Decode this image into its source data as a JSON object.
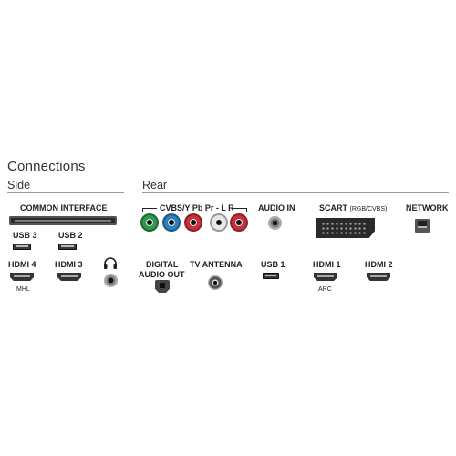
{
  "title": "Connections",
  "sections": {
    "side": "Side",
    "rear": "Rear"
  },
  "side": {
    "common_interface": "COMMON INTERFACE",
    "usb3": "USB 3",
    "usb2": "USB 2",
    "hdmi4": "HDMI 4",
    "hdmi4_sub": "MHL",
    "hdmi3": "HDMI 3"
  },
  "rear": {
    "component_group": "CVBS/Y Pb Pr - L R",
    "audio_in": "AUDIO IN",
    "scart": "SCART",
    "scart_sub": "(RGB/CVBS)",
    "network": "NETWORK",
    "digital_audio_out_line1": "DIGITAL",
    "digital_audio_out_line2": "AUDIO OUT",
    "tv_antenna": "TV ANTENNA",
    "usb1": "USB 1",
    "hdmi1": "HDMI 1",
    "hdmi1_sub": "ARC",
    "hdmi2": "HDMI 2"
  },
  "colors": {
    "rca_green": "#2e9a4a",
    "rca_blue": "#2d7fbf",
    "rca_red": "#c8303a",
    "rca_white": "#e8e8e8",
    "rca_audio_red": "#c8303a"
  },
  "icons": {
    "headphone": "headphone-icon"
  }
}
